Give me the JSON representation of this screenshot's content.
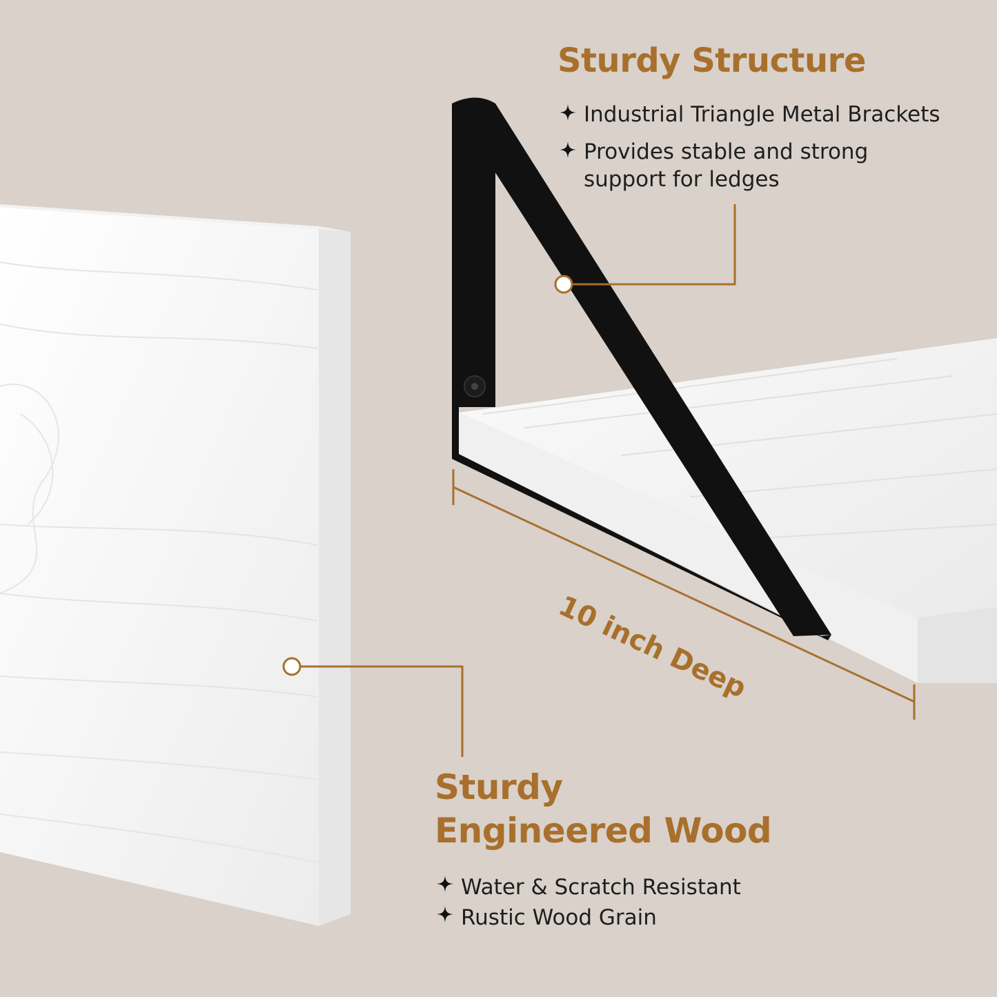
{
  "structure": {
    "title": "Sturdy Structure",
    "bullets": [
      "Industrial Triangle Metal Brackets",
      "Provides stable and strong support for ledges"
    ]
  },
  "wood": {
    "title_line1": "Sturdy",
    "title_line2": "Engineered Wood",
    "bullets": [
      "Water & Scratch Resistant",
      "Rustic Wood Grain"
    ]
  },
  "dimension": {
    "label": "10 inch Deep"
  },
  "colors": {
    "background": "#d9d1ca",
    "accent": "#a8702c",
    "bracket": "#111111",
    "board": "#f6f6f6",
    "text": "#1e1e1e"
  },
  "icons": {
    "bullet": "four-point-star-icon"
  }
}
